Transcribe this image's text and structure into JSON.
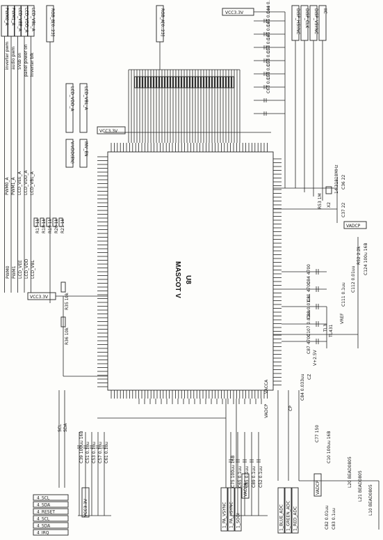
{
  "chip": {
    "ref": "U8",
    "name": "MASCOT V"
  },
  "top_connectors": {
    "left_bus": "RGB_B[0..23]",
    "center_bus": "RGB_A[0..23]",
    "right_supply": "VCC3.3V"
  },
  "right_top_connectors": [
    "DISP_HSYNC",
    "DISP_CLK",
    "DISP_VSYNC",
    "IIC"
  ],
  "top_left_signals": [
    "inverter pwm",
    "audio pwm",
    "5Vsb on",
    "panel power on",
    "inverter blk"
  ],
  "top_left_connectors": [
    "PWM0_A",
    "PWM1_A",
    "LCD_VEE_A",
    "LCD_VDD_A",
    "LCD_VBL_A"
  ],
  "pwm_labels": [
    "PWM0_A",
    "PWM1_A",
    "LCD_VEE_A",
    "LCD_VDD_A",
    "LCD_VBL_A"
  ],
  "pwm_inner": [
    "PWM0",
    "PWM1",
    "LCD_VEE",
    "LCD_VDD",
    "LCD_VBL"
  ],
  "resistors_left": [
    "R17 1k",
    "R18 1k",
    "R19 1k",
    "R20 1k",
    "R21 1k"
  ],
  "lcd_vdd_box": [
    "LCD_VDD_A",
    "LCD_VBL_A"
  ],
  "inv_boxes": [
    "V-VDD(EN)",
    "INV_EN"
  ],
  "vcc_left_label": "VCC3.3V",
  "left_resistors": [
    "R35 10k",
    "R36 10k"
  ],
  "crystal": {
    "ref": "X2",
    "freq": "14.31818MHz",
    "res": "R53 1M",
    "cap1": "C36 22",
    "cap2": "C37 22"
  },
  "vadcp_right": "VADCP",
  "right_caps": [
    "C84 4700",
    "C81 4700",
    "C88 0.01uu",
    "C107 0.01uu",
    "C87 4700"
  ],
  "right_parts": [
    "R52 2.2k",
    "C124 100u 16B",
    "C112 0.01uu",
    "C111 0.1uu",
    "TL3",
    "TL431",
    "VREF",
    "V+2.5V"
  ],
  "decoupling_top": [
    "C44 0.1uu",
    "C45 0.1uu",
    "C46 0.1uu",
    "C52 0.1uu",
    "C53 0.1uu",
    "C58 0.1uu",
    "C63 0.1uu",
    "C95 0.1uu"
  ],
  "bottom_center": [
    "C84 0.033uu",
    "CP",
    "CZ",
    "VACCA",
    "VADCP"
  ],
  "bottom_caps_center": [
    "C52 0.1uu",
    "C89 0.1uu",
    "C85 0.1uu",
    "C65 0.1uu",
    "C75 100uu 16B"
  ],
  "bottom_caps_left": [
    "C61 0.1uu",
    "C57 0.1uu",
    "C53 0.1uu",
    "C51 0.1uu",
    "C39 100uu 16B"
  ],
  "bottom_left_labels": [
    "SCL",
    "SDA"
  ],
  "bottom_left_connectors": [
    "4_SCL",
    "4_SDA",
    "4_RESET",
    "4_SCL",
    "4_SDA",
    "4_IRQ"
  ],
  "bottom_vcc": "VCC3.3V",
  "bottom_mid_connectors": [
    "1_PA_VSYNC",
    "1_PA_HSYNC",
    "1_SOGI"
  ],
  "bottom_vacca": "VACCA",
  "bottom_right_connectors": [
    "1_BLUE_ADC",
    "1_GREEN_ADC",
    "1_RED_ADC"
  ],
  "bottom_right_parts": [
    "C77 150",
    "C10 100uu 16B",
    "L20 BEAD0805",
    "L21 BEAD0805",
    "L10 BEAD0805",
    "VADCP",
    "C82 0.01uu",
    "C83 0.1uu"
  ]
}
